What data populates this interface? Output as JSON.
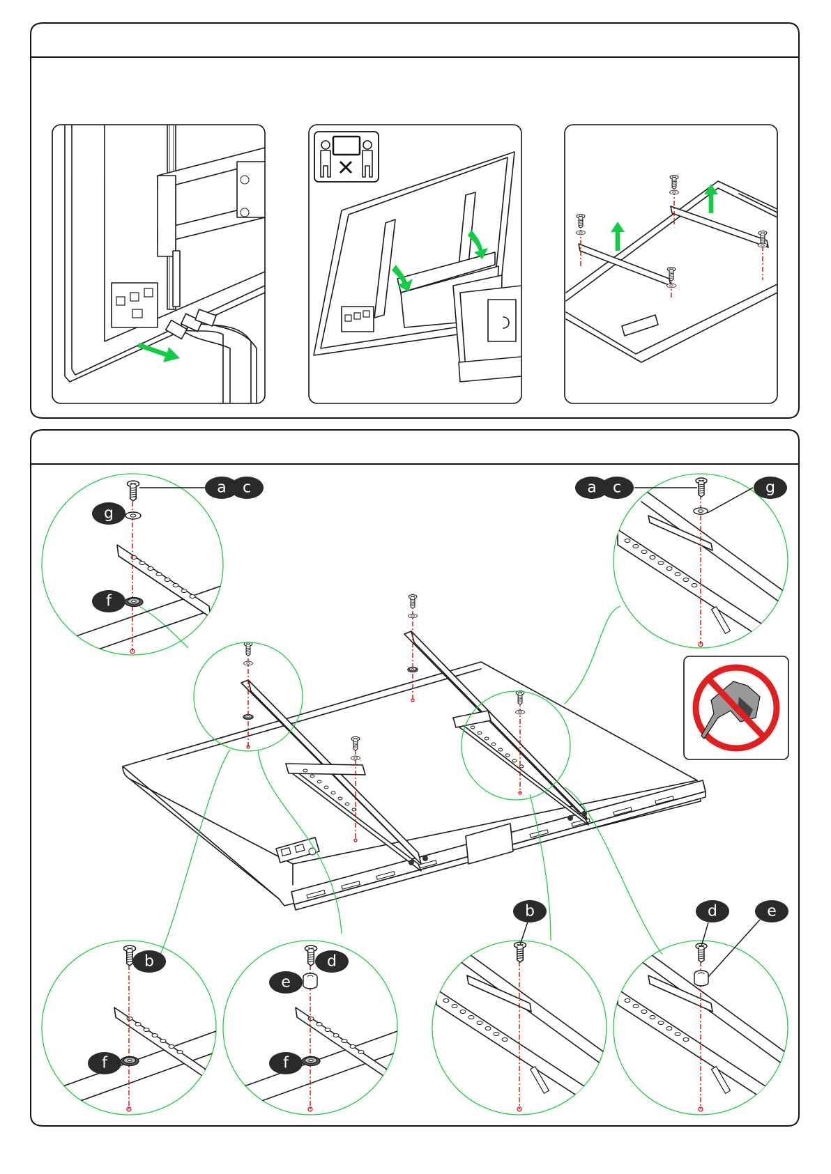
{
  "colors": {
    "arrow": "#11cc44",
    "zoom_circle": "#22cc44",
    "axis": "#e00000",
    "prohibit": "#e02020",
    "badge": "#2a2a2a"
  },
  "icons": [
    "two-person-lift-icon",
    "no-power-drill-icon",
    "arrow-icon"
  ],
  "callouts": {
    "a": "a",
    "b": "b",
    "c": "c",
    "d": "d",
    "e": "e",
    "f": "f",
    "g": "g"
  }
}
